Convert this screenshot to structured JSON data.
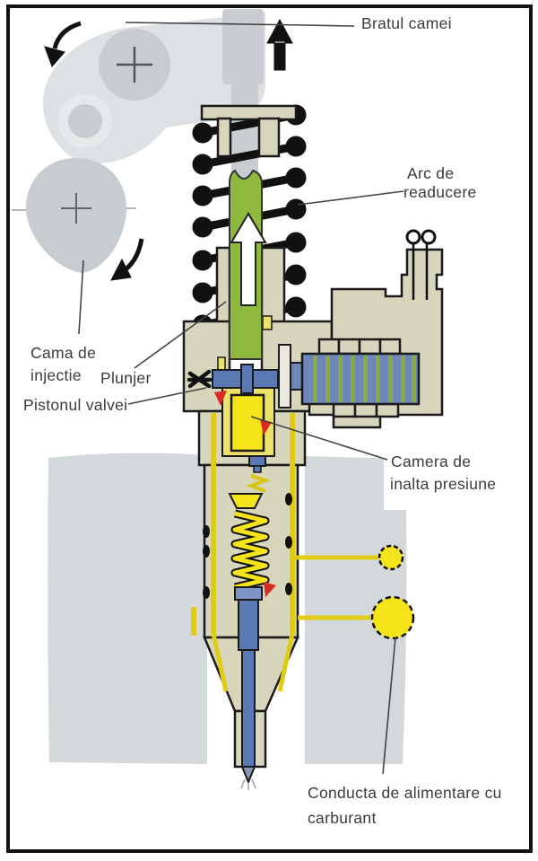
{
  "labels": {
    "cam_arm": "Bratul camei",
    "return_spring_l1": "Arc de",
    "return_spring_l2": "readucere",
    "injection_cam_l1": "Cama de",
    "injection_cam_l2": "injectie",
    "plunger": "Plunjer",
    "valve_piston": "Pistonul valvei",
    "hp_chamber_l1": "Camera de",
    "hp_chamber_l2": "inalta presiune",
    "fuel_supply_l1": "Conducta de alimentare cu",
    "fuel_supply_l2": "carburant"
  },
  "colors": {
    "outline": "#1a1a1a",
    "body_beige": "#d8d5bd",
    "plunger_green": "#8fb93d",
    "fuel_yellow_bright": "#f6e41a",
    "fuel_passage_yellow": "#ede269",
    "fuel_line_yellow": "#e0cc15",
    "valve_blue": "#5b79b5",
    "valve_blue_light": "#7e96c4",
    "coil_blue": "#6e87bb",
    "coil_stripe_green": "#8cab3f",
    "rocker_gray": "#dde1e3",
    "rocker_gray_dark": "#c7ccd0",
    "engine_block_gray": "#d3d8da",
    "pushrod_gray": "#c9cdd1",
    "flow_red": "#d92b1f",
    "label_text": "#3b3b3b"
  }
}
